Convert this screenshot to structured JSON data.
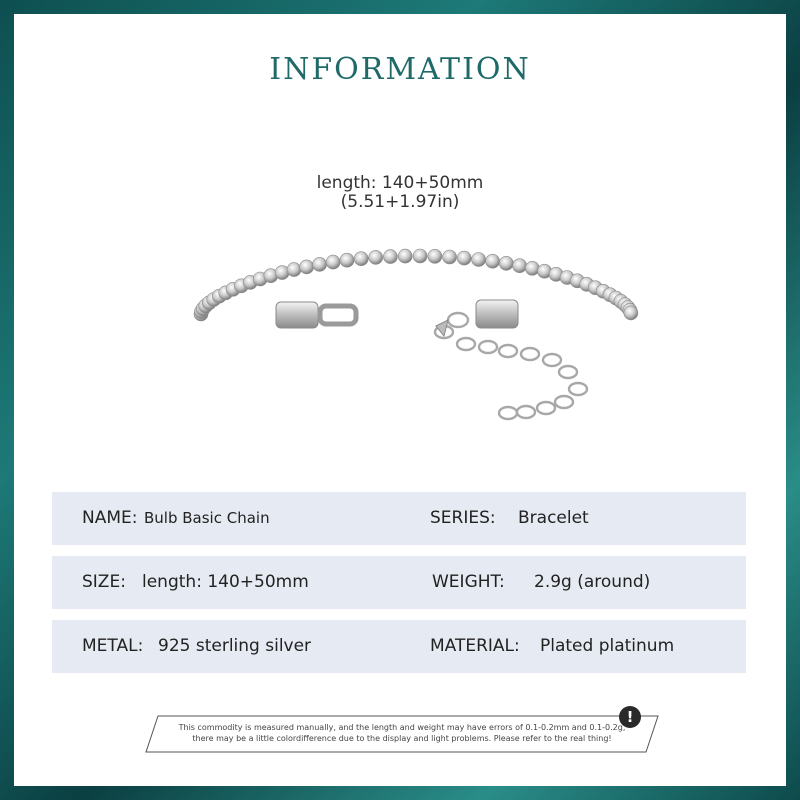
{
  "title": "INFORMATION",
  "length_line1": "length: 140+50mm",
  "length_line2": "(5.51+1.97in)",
  "specs": {
    "name_label": "NAME:",
    "name_value": "Bulb Basic Chain",
    "series_label": "SERIES:",
    "series_value": "Bracelet",
    "size_label": "SIZE:",
    "size_value": "length: 140+50mm",
    "weight_label": "WEIGHT:",
    "weight_value": "2.9g (around)",
    "metal_label": "METAL:",
    "metal_value": "925 sterling silver",
    "material_label": "MATERIAL:",
    "material_value": "Plated platinum"
  },
  "notice": {
    "line1": "This commodity is measured manually, and the length and weight may have errors of 0.1-0.2mm and 0.1-0.2g,",
    "line2": "there may be a little colordifference due to the display and light problems. Please refer to the real thing!",
    "icon": "!"
  },
  "colors": {
    "title": "#1f6a68",
    "row_bg": "#e6ebf3",
    "frame": "#0e4f50"
  }
}
